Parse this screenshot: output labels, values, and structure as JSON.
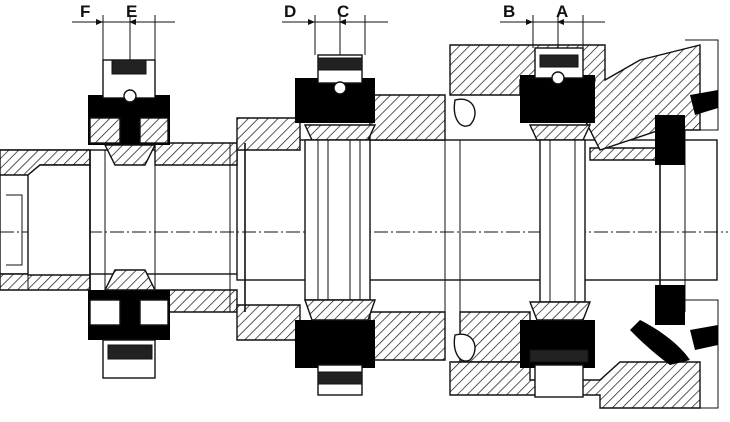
{
  "labels": {
    "F": "F",
    "E": "E",
    "D": "D",
    "C": "C",
    "B": "B",
    "A": "A"
  }
}
